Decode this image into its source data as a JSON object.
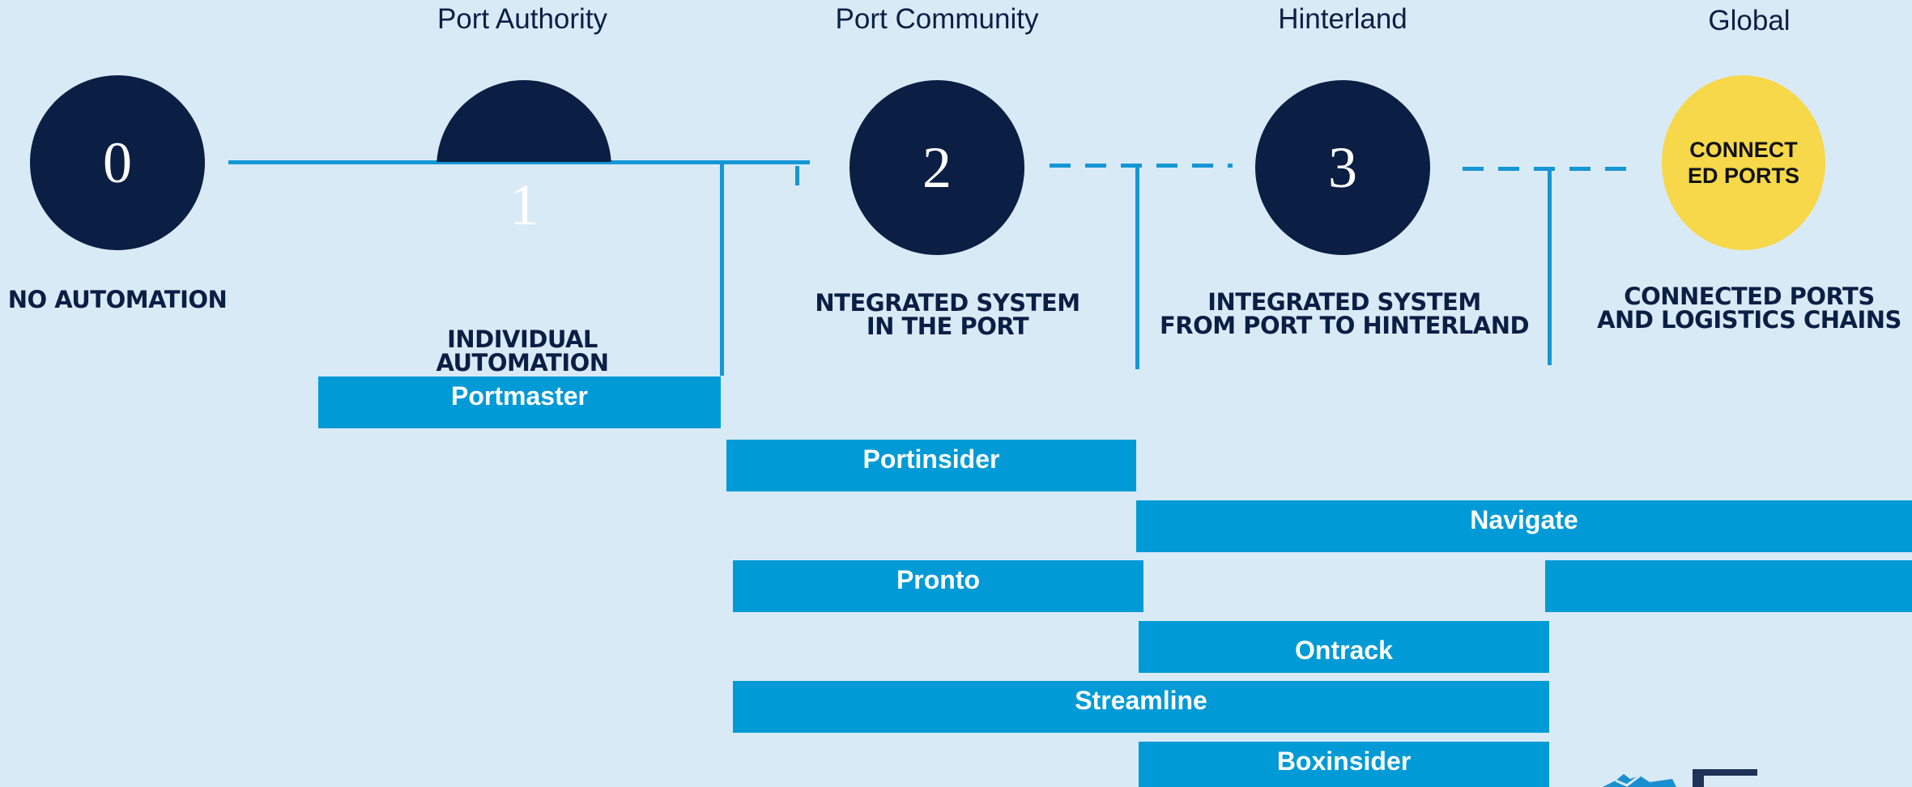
{
  "columns": {
    "port_authority": "Port Authority",
    "port_community": "Port Community",
    "hinterland": "Hinterland",
    "global": "Global"
  },
  "stages": {
    "s0": {
      "number": "0",
      "label": "NO AUTOMATION"
    },
    "s1": {
      "number": "1",
      "label": "INDIVIDUAL\nAUTOMATION"
    },
    "s2": {
      "number": "2",
      "label": "NTEGRATED SYSTEM\nIN THE PORT"
    },
    "s3": {
      "number": "3",
      "label": "INTEGRATED SYSTEM\nFROM PORT TO HINTERLAND"
    },
    "s4": {
      "circle_text": "CONNECT\nED PORTS",
      "label": "CONNECTED PORTS\nAND LOGISTICS CHAINS"
    }
  },
  "products": {
    "portmaster": "Portmaster",
    "portinsider": "Portinsider",
    "navigate": "Navigate",
    "pronto": "Pronto",
    "ontrack": "Ontrack",
    "streamline": "Streamline",
    "boxinsider": "Boxinsider"
  },
  "colors": {
    "background": "#d9eaf7",
    "circle": "#0b1f45",
    "global_circle": "#f6d84a",
    "bar": "#009ad6",
    "connector": "#1597d5"
  }
}
